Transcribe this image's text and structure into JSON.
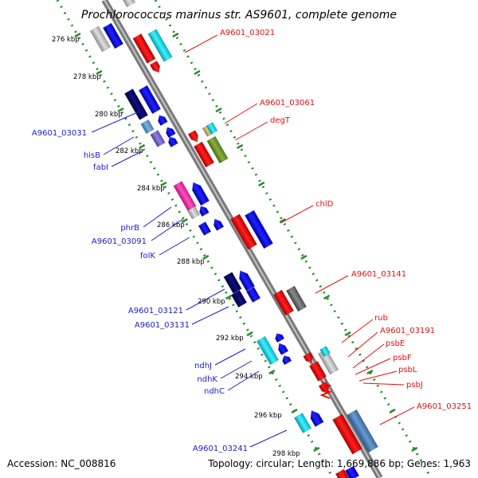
{
  "title": "Prochlorococcus marinus str. AS9601, complete genome",
  "footer": {
    "accession": "Accession: NC_008816",
    "topology": "Topology: circular; Length: 1,669,886 bp; Genes: 1,963"
  },
  "colors": {
    "backbone": "#8c8c8c",
    "dots": "#2e8b2e",
    "label_left": "#1a1acc",
    "label_right": "#e01010"
  },
  "kbp_labels": [
    "276 kbp",
    "278 kbp",
    "280 kbp",
    "282 kbp",
    "284 kbp",
    "286 kbp",
    "288 kbp",
    "290 kbp",
    "292 kbp",
    "294 kbp",
    "296 kbp",
    "298 kbp"
  ],
  "left_labels": [
    "A9601_03031",
    "hisB",
    "fabI",
    "phrB",
    "A9601_03091",
    "folK",
    "A9601_03121",
    "A9601_03131",
    "ndhJ",
    "ndhK",
    "ndhC",
    "A9601_03241"
  ],
  "right_labels": [
    "A9601_03021",
    "A9601_03061",
    "degT",
    "chlD",
    "A9601_03141",
    "rub",
    "A9601_03191",
    "psbE",
    "psbF",
    "psbL",
    "psbJ",
    "A9601_03251"
  ]
}
